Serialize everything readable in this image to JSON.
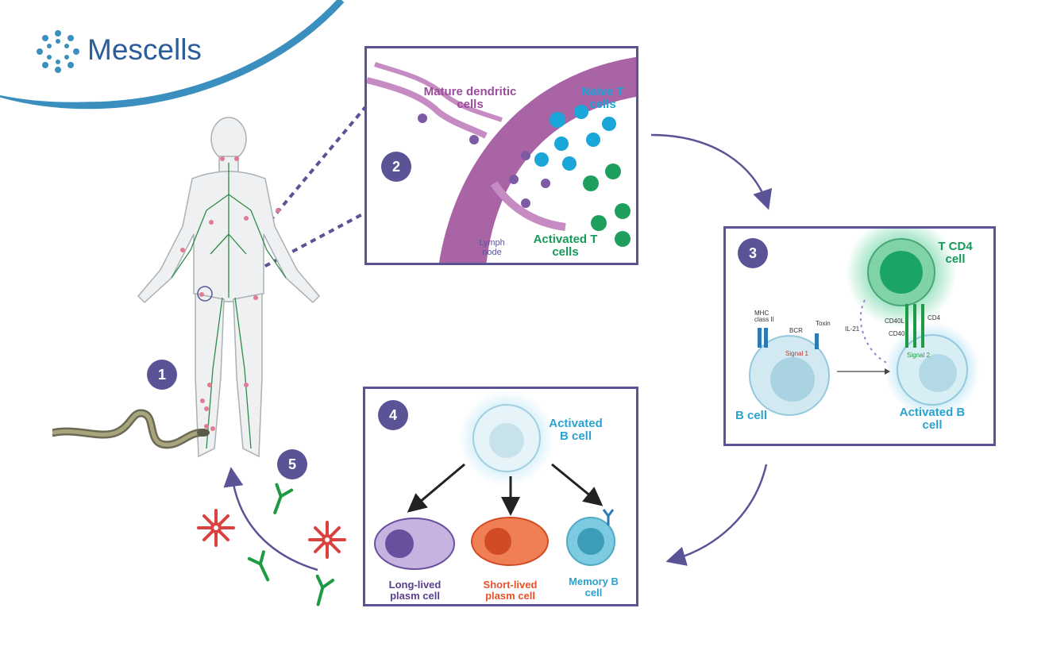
{
  "brand": {
    "name": "Mescells",
    "color": "#2a5d9a",
    "swoosh_color": "#3a8fbf"
  },
  "colors": {
    "panel_border": "#5a5497",
    "dendritic": "#9b4c9a",
    "naive_t": "#1aa6d8",
    "activated_t": "#159a5a",
    "b_cell": "#2aa3cf",
    "long_lived": "#5a3f8f",
    "short_lived": "#e5532b",
    "antibody_red": "#d9423f",
    "antibody_green": "#1e9a45"
  },
  "steps": {
    "s1": "1",
    "s2": "2",
    "s3": "3",
    "s4": "4",
    "s5": "5"
  },
  "panel2": {
    "mature_dendritic": "Mature dendritic cells",
    "naive_t": "Naive T cells",
    "activated_t": "Activated T cells",
    "lymph_node": "Lymph node"
  },
  "panel3": {
    "t_cd4": "T CD4 cell",
    "mhc": "MHC class II",
    "bcr": "BCR",
    "toxin": "Toxin",
    "signal1": "Signal 1",
    "il21": "IL-21",
    "cd40l": "CD40L",
    "cd40": "CD40",
    "cd4": "CD4",
    "signal2": "Signal 2",
    "b_cell": "B cell",
    "activated_b": "Activated B cell"
  },
  "panel4": {
    "activated_b": "Activated B cell",
    "long_lived": "Long-lived plasm cell",
    "short_lived": "Short-lived plasm cell",
    "memory_b": "Memory B cell"
  }
}
